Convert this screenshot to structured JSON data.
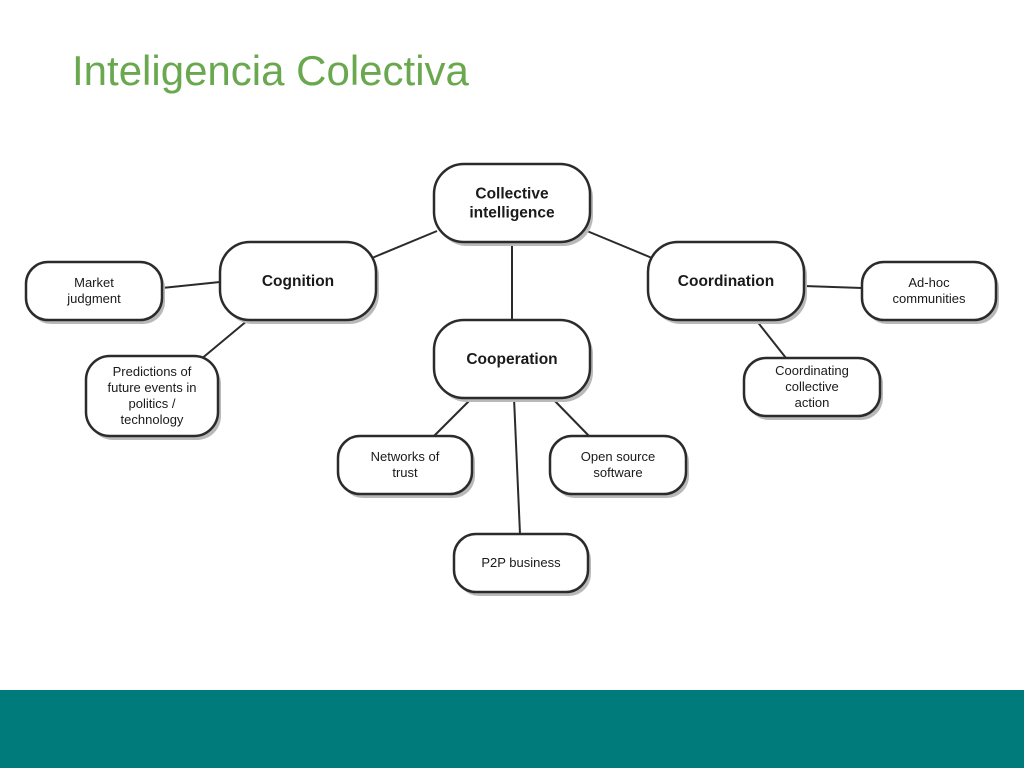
{
  "slide": {
    "title": "Inteligencia Colectiva",
    "title_color": "#6aa84f",
    "footer_color": "#007b7b"
  },
  "diagram": {
    "nodes": {
      "collective": [
        "Collective",
        "intelligence"
      ],
      "cognition": [
        "Cognition"
      ],
      "cooperation": [
        "Cooperation"
      ],
      "coordination": [
        "Coordination"
      ],
      "market": [
        "Market",
        "judgment"
      ],
      "predictions": [
        "Predictions of",
        "future events in",
        "politics /",
        "technology"
      ],
      "networks": [
        "Networks of",
        "trust"
      ],
      "p2p": [
        "P2P business"
      ],
      "opensource": [
        "Open source",
        "software"
      ],
      "adhoc": [
        "Ad-hoc",
        "communities"
      ],
      "coordinating": [
        "Coordinating",
        "collective",
        "action"
      ]
    }
  }
}
